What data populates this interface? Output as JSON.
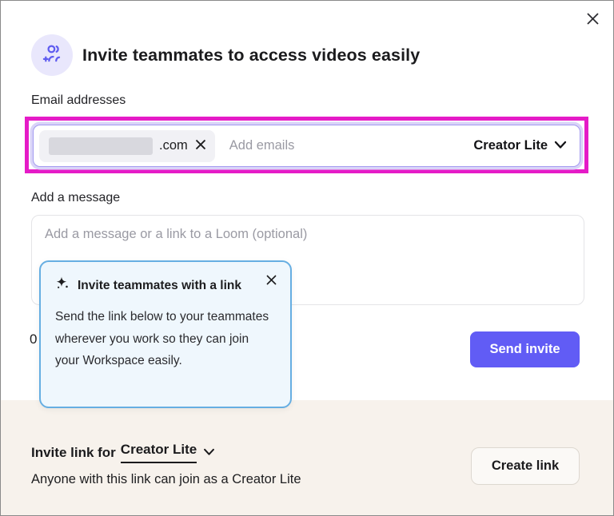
{
  "modal": {
    "title": "Invite teammates to access videos easily"
  },
  "email_section": {
    "label": "Email addresses",
    "chip_suffix": ".com",
    "input_placeholder": "Add emails",
    "role_selected": "Creator Lite"
  },
  "message_section": {
    "label": "Add a message",
    "textarea_placeholder": "Add a message or a link to a Loom (optional)",
    "char_counter_visible": "0"
  },
  "tooltip": {
    "title": "Invite teammates with a link",
    "body": "Send the link below to your teammates wherever you work so they can join your Workspace easily."
  },
  "actions": {
    "send_invite_label": "Send invite"
  },
  "footer": {
    "invite_link_prefix": "Invite link for",
    "invite_link_role": "Creator Lite",
    "description": "Anyone with this link can join as a Creator Lite",
    "create_link_label": "Create link"
  },
  "icons": {
    "header": "add-teammates-icon",
    "tooltip": "sparkles-icon",
    "dropdowns": "chevron-down-icon",
    "close": "close-icon"
  },
  "colors": {
    "accent_purple": "#615CF5",
    "annotation_magenta": "#E51BC7",
    "focus_ring_purple": "#A49BF0",
    "tooltip_border": "#66AEE2",
    "tooltip_bg": "#EFF7FD",
    "footer_bg": "#F7F2EC",
    "icon_badge_bg": "#E9E7FC",
    "icon_purple": "#5F5CF0",
    "chip_bg": "#F1F1F5",
    "chip_redaction": "#D8D8DE"
  }
}
